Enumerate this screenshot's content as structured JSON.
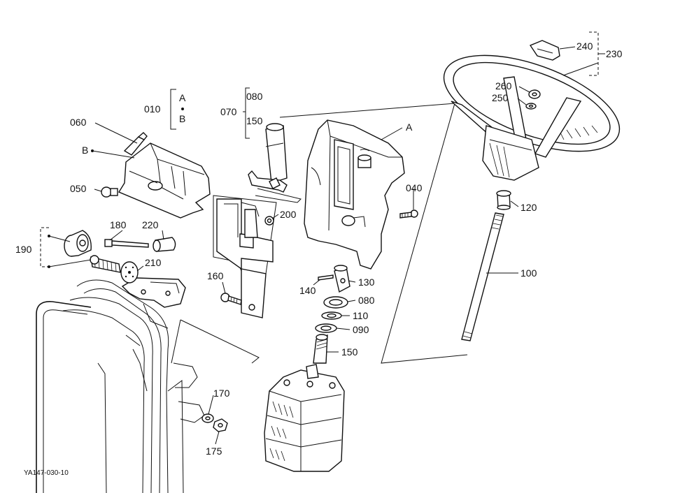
{
  "diagram": {
    "labels": {
      "p010": "010",
      "pA1": "A",
      "pB1": "B",
      "p060": "060",
      "pB2": "B",
      "p050": "050",
      "p080a": "080",
      "p070": "070",
      "p150a": "150",
      "pA2": "A",
      "p040": "040",
      "p200": "200",
      "p180": "180",
      "p220": "220",
      "p190": "190",
      "p210": "210",
      "p160": "160",
      "p140": "140",
      "p130": "130",
      "p080b": "080",
      "p110": "110",
      "p090": "090",
      "p150b": "150",
      "p170": "170",
      "p175": "175",
      "p240": "240",
      "p230": "230",
      "p260": "260",
      "p250": "250",
      "p120": "120",
      "p100": "100",
      "footer": "YA147-030-10"
    }
  }
}
